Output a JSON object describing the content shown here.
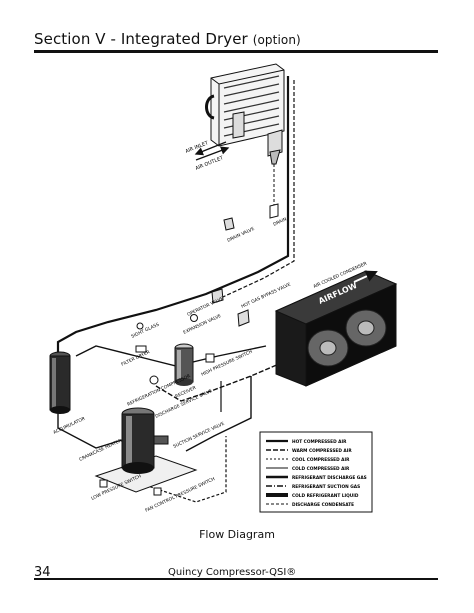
{
  "header": {
    "title_main": "Section V - Integrated Dryer",
    "title_option": "(option)"
  },
  "diagram": {
    "labels": {
      "air_inlet": "AIR INLET",
      "air_outlet": "AIR OUTLET",
      "drain": "DRAIN",
      "drain_valve": "DRAIN VALVE",
      "operator_valve": "OPERATOR VALVE",
      "expansion_valve": "EXPANSION VALVE",
      "sight_glass": "SIGHT GLASS",
      "accumulator": "ACCUMULATOR",
      "refrigeration_compressor": "REFRIGERATION COMPRESSOR",
      "receiver": "RECEIVER",
      "high_pressure_switch": "HIGH PRESSURE SWITCH",
      "hot_gas_bypass": "HOT GAS BYPASS VALVE",
      "air_cooled_condenser": "AIR COOLED CONDENSER",
      "airflow": "AIRFLOW",
      "low_pressure_switch": "LOW PRESSURE SWITCH",
      "fan_control_switch": "FAN CONTROL PRESSURE SWITCH",
      "crankcase_heater": "CRANKCASE HEATER",
      "suction_valve": "SUCTION SERVICE VALVE",
      "discharge_valve": "DISCHARGE SERVICE VALVE",
      "filter_dryer": "FILTER DRYER"
    },
    "legend": [
      "HOT COMPRESSED AIR",
      "WARM COMPRESSED AIR",
      "COOL COMPRESSED AIR",
      "COLD COMPRESSED AIR",
      "REFRIGERANT DISCHARGE GAS",
      "REFRIGERANT SUCTION GAS",
      "COLD REFRIGERANT LIQUID",
      "DISCHARGE CONDENSATE"
    ]
  },
  "caption": "Flow Diagram",
  "footer": {
    "page_number": "34",
    "brand": "Quincy Compressor-QSI®"
  }
}
